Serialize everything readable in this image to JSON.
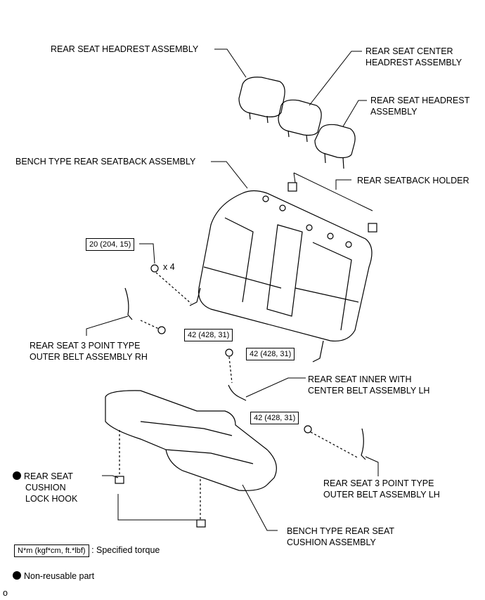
{
  "labels": {
    "headrest_left": "REAR SEAT HEADREST ASSEMBLY",
    "headrest_center_1": "REAR SEAT CENTER",
    "headrest_center_2": "HEADREST ASSEMBLY",
    "headrest_right_1": "REAR SEAT HEADREST",
    "headrest_right_2": "ASSEMBLY",
    "seatback": "BENCH TYPE REAR SEATBACK ASSEMBLY",
    "seatback_holder": "REAR SEATBACK HOLDER",
    "belt_rh_1": "REAR SEAT 3 POINT TYPE",
    "belt_rh_2": "OUTER BELT ASSEMBLY RH",
    "inner_belt_1": "REAR SEAT INNER WITH",
    "inner_belt_2": "CENTER BELT ASSEMBLY LH",
    "lock_hook_1": "REAR SEAT",
    "lock_hook_2": "CUSHION",
    "lock_hook_3": "LOCK HOOK",
    "belt_lh_1": "REAR SEAT 3 POINT TYPE",
    "belt_lh_2": "OUTER BELT ASSEMBLY LH",
    "cushion_1": "BENCH TYPE REAR SEAT",
    "cushion_2": "CUSHION ASSEMBLY",
    "qty": "x 4"
  },
  "torques": {
    "seatback_bolt": "20 (204, 15)",
    "belt_rh_bolt": "42 (428, 31)",
    "inner_belt_bolt": "42 (428, 31)",
    "belt_lh_bolt": "42 (428, 31)"
  },
  "legend": {
    "torque_unit": "N*m (kgf*cm, ft.*lbf)",
    "torque_desc": ": Specified torque",
    "non_reusable": "Non-reusable part",
    "page_mark": "o"
  }
}
